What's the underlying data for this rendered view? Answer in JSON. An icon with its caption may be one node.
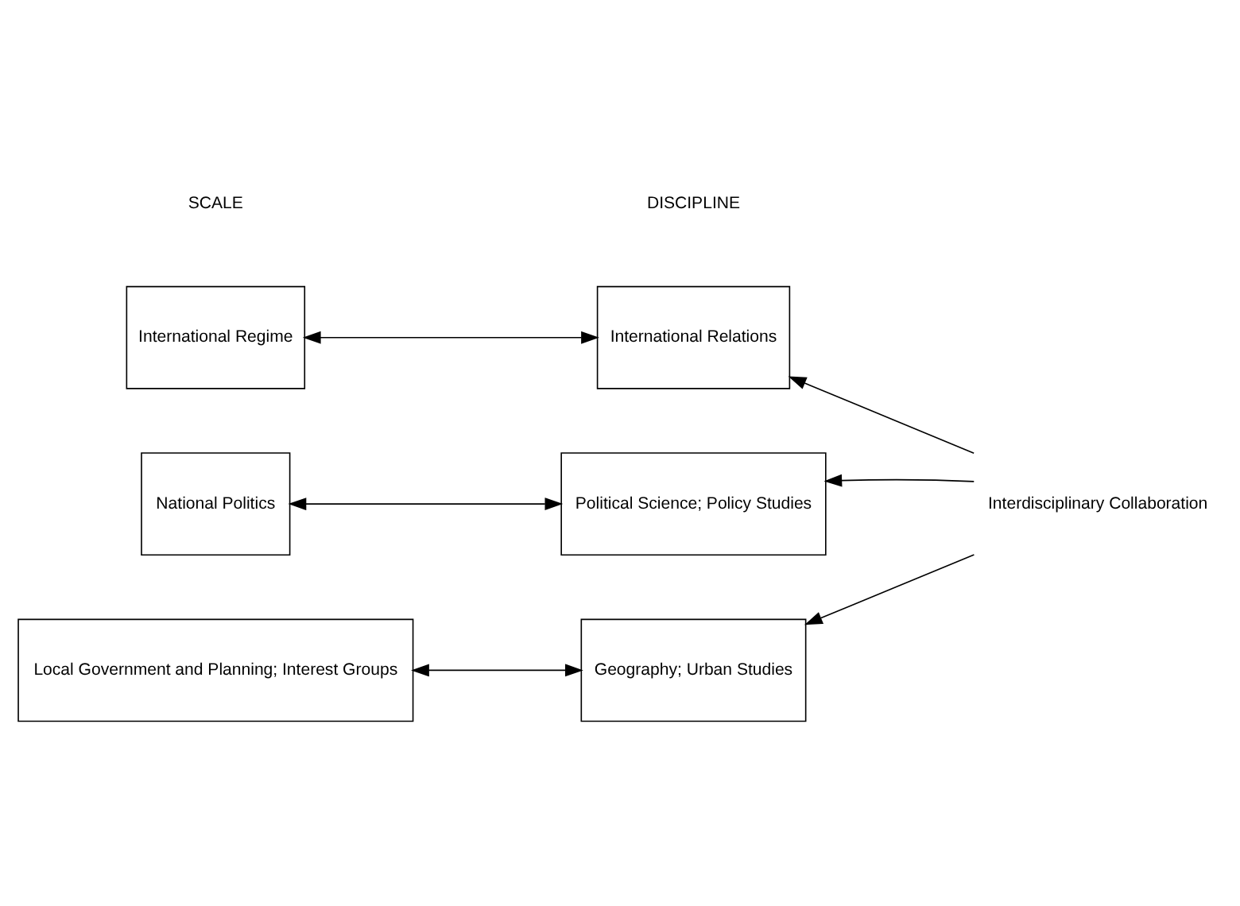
{
  "diagram": {
    "nodes": [
      {
        "text": [
          "International Regime"
        ]
      },
      {
        "text": [
          "International Relations"
        ]
      },
      {
        "text": [
          "National Politics"
        ]
      },
      {
        "text": [
          "Political Science; Policy Studies"
        ]
      },
      {
        "text": [
          "Local Government and Planning; Interest Groups"
        ]
      },
      {
        "text": [
          "Geography; Urban Studies"
        ]
      },
      {
        "text": [
          "Interdisciplinary Collaboration"
        ]
      }
    ],
    "edges": [
      {
        "from": 0,
        "to": 1,
        "arrow": "both"
      },
      {
        "from": 2,
        "to": 3,
        "arrow": "both"
      },
      {
        "from": 4,
        "to": 5,
        "arrow": "both"
      },
      {
        "from": 6,
        "to": 1,
        "arrow": "to"
      },
      {
        "from": 6,
        "to": 3,
        "arrow": "to"
      },
      {
        "from": 6,
        "to": 5,
        "arrow": "to"
      }
    ],
    "labels": [
      "SCALE",
      "DISCIPLINE"
    ]
  }
}
